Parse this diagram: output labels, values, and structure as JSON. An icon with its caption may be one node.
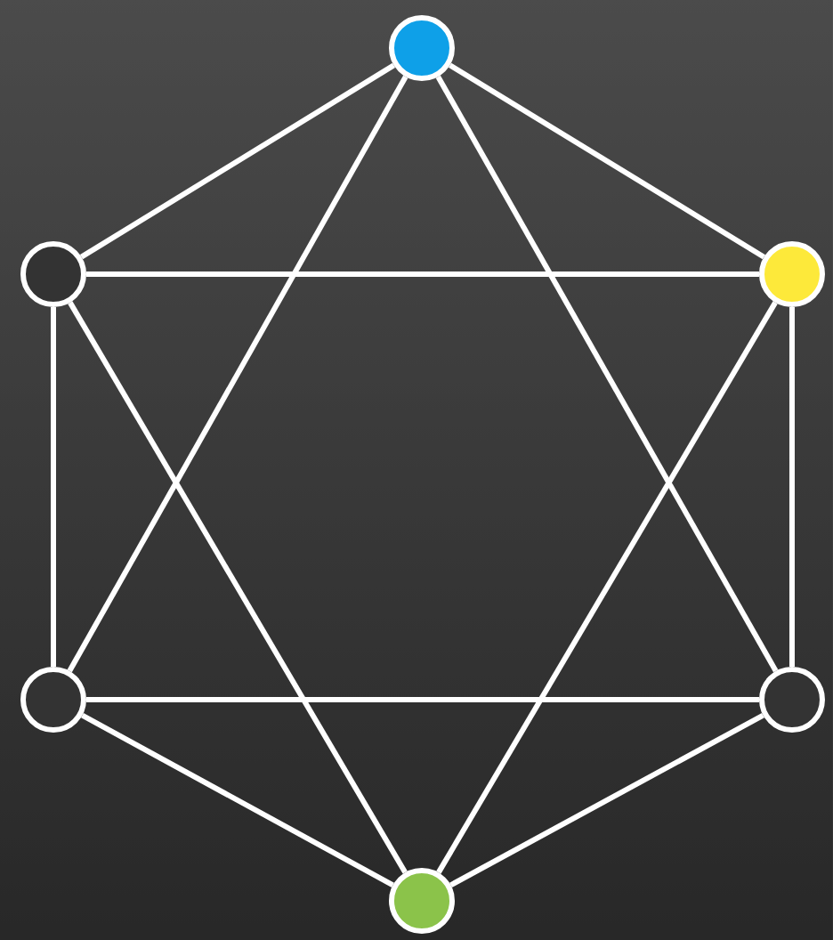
{
  "diagram": {
    "nodes": [
      {
        "text": [],
        "shape": "circle"
      },
      {
        "text": [],
        "shape": "circle"
      },
      {
        "text": [],
        "shape": "circle"
      },
      {
        "text": [],
        "shape": "circle"
      },
      {
        "text": [],
        "shape": "circle"
      },
      {
        "text": [],
        "shape": "circle"
      }
    ],
    "edges": [
      {
        "from": 0,
        "to": 1,
        "arrow": "none"
      },
      {
        "from": 0,
        "to": 2,
        "arrow": "none"
      },
      {
        "from": 0,
        "to": 3,
        "arrow": "none"
      },
      {
        "from": 0,
        "to": 4,
        "arrow": "none"
      },
      {
        "from": 1,
        "to": 2,
        "arrow": "none"
      },
      {
        "from": 1,
        "to": 3,
        "arrow": "none"
      },
      {
        "from": 1,
        "to": 5,
        "arrow": "none"
      },
      {
        "from": 2,
        "to": 4,
        "arrow": "none"
      },
      {
        "from": 2,
        "to": 5,
        "arrow": "none"
      },
      {
        "from": 3,
        "to": 4,
        "arrow": "none"
      },
      {
        "from": 3,
        "to": 5,
        "arrow": "none"
      },
      {
        "from": 4,
        "to": 5,
        "arrow": "none"
      }
    ]
  }
}
